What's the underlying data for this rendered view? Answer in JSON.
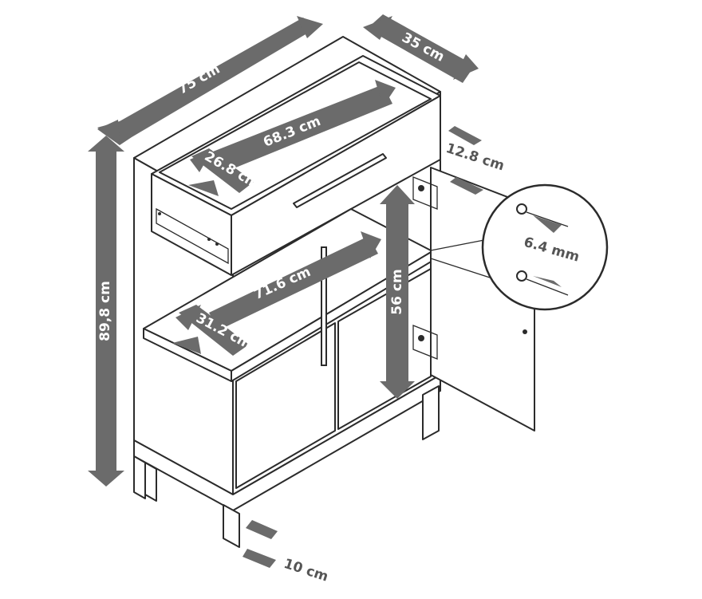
{
  "diagram": {
    "measurements": {
      "width": "75 cm",
      "depth": "35 cm",
      "height": "89,8 cm",
      "drawer_width": "68.3 cm",
      "drawer_depth": "26.8 cm",
      "drawer_height": "12.8 cm",
      "shelf_width": "71.6 cm",
      "shelf_depth": "31.2 cm",
      "interior_height": "56 cm",
      "hole_spacing": "6.4 mm",
      "leg_height": "10 cm"
    },
    "colors": {
      "outline": "#2b2b2b",
      "arrow": "#6b6b6b",
      "label_on_arrow": "#ffffff",
      "label_outside": "#555555"
    }
  }
}
